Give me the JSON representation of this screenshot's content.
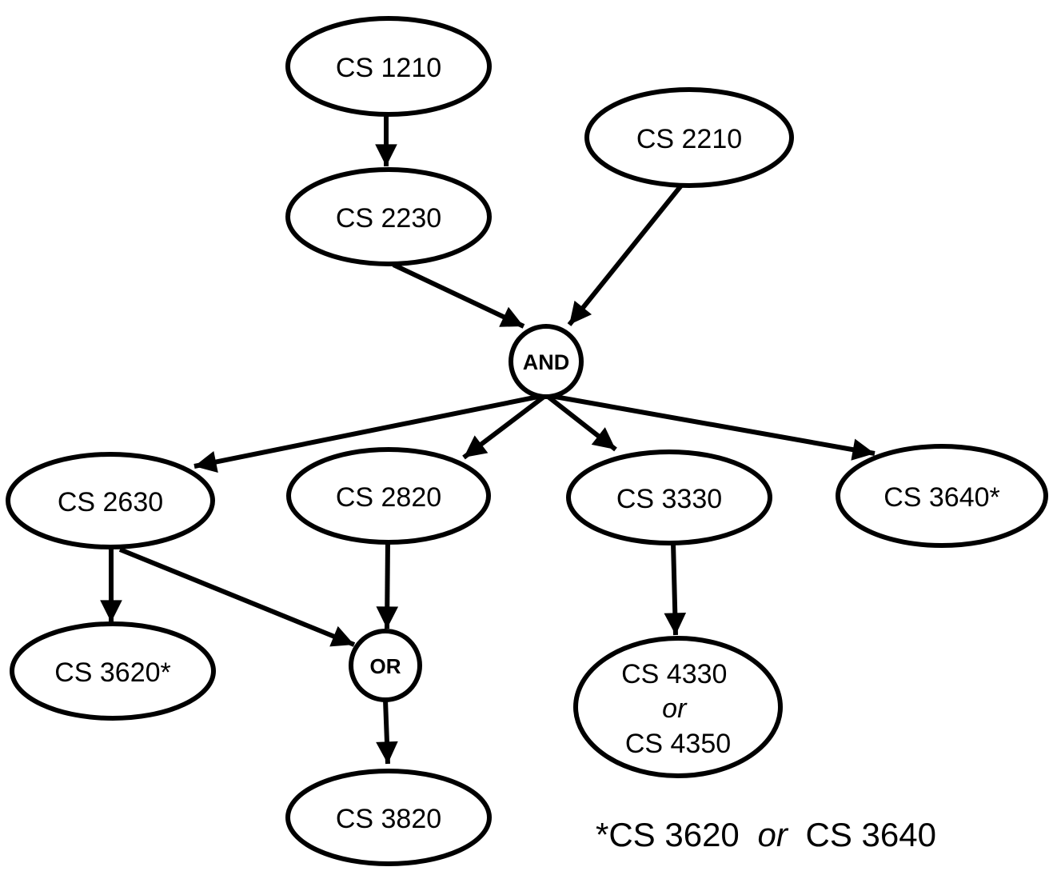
{
  "diagram": {
    "background_color": "#ffffff",
    "line_color": "#000000",
    "nodes": {
      "cs1210": {
        "label": "CS 1210",
        "type": "course"
      },
      "cs2230": {
        "label": "CS 2230",
        "type": "course"
      },
      "cs2210": {
        "label": "CS 2210",
        "type": "course"
      },
      "and": {
        "label": "AND",
        "type": "connector"
      },
      "cs2630": {
        "label": "CS 2630",
        "type": "course"
      },
      "cs2820": {
        "label": "CS 2820",
        "type": "course"
      },
      "cs3330": {
        "label": "CS 3330",
        "type": "course"
      },
      "cs3640": {
        "label": "CS 3640*",
        "type": "course"
      },
      "cs3620": {
        "label": "CS 3620*",
        "type": "course"
      },
      "or": {
        "label": "OR",
        "type": "connector"
      },
      "cs4330_4350": {
        "lines": [
          "CS 4330",
          "or",
          "CS 4350"
        ],
        "type": "course"
      },
      "cs3820": {
        "label": "CS 3820",
        "type": "course"
      }
    },
    "edges": [
      {
        "from": "cs1210",
        "to": "cs2230"
      },
      {
        "from": "cs2230",
        "to": "and"
      },
      {
        "from": "cs2210",
        "to": "and"
      },
      {
        "from": "and",
        "to": "cs2630"
      },
      {
        "from": "and",
        "to": "cs2820"
      },
      {
        "from": "and",
        "to": "cs3330"
      },
      {
        "from": "and",
        "to": "cs3640"
      },
      {
        "from": "cs2630",
        "to": "cs3620"
      },
      {
        "from": "cs2630",
        "to": "or"
      },
      {
        "from": "cs2820",
        "to": "or"
      },
      {
        "from": "or",
        "to": "cs3820"
      },
      {
        "from": "cs3330",
        "to": "cs4330_4350"
      }
    ],
    "footnote": {
      "prefix": "*CS 3620",
      "or": "or",
      "suffix": "CS 3640"
    }
  }
}
